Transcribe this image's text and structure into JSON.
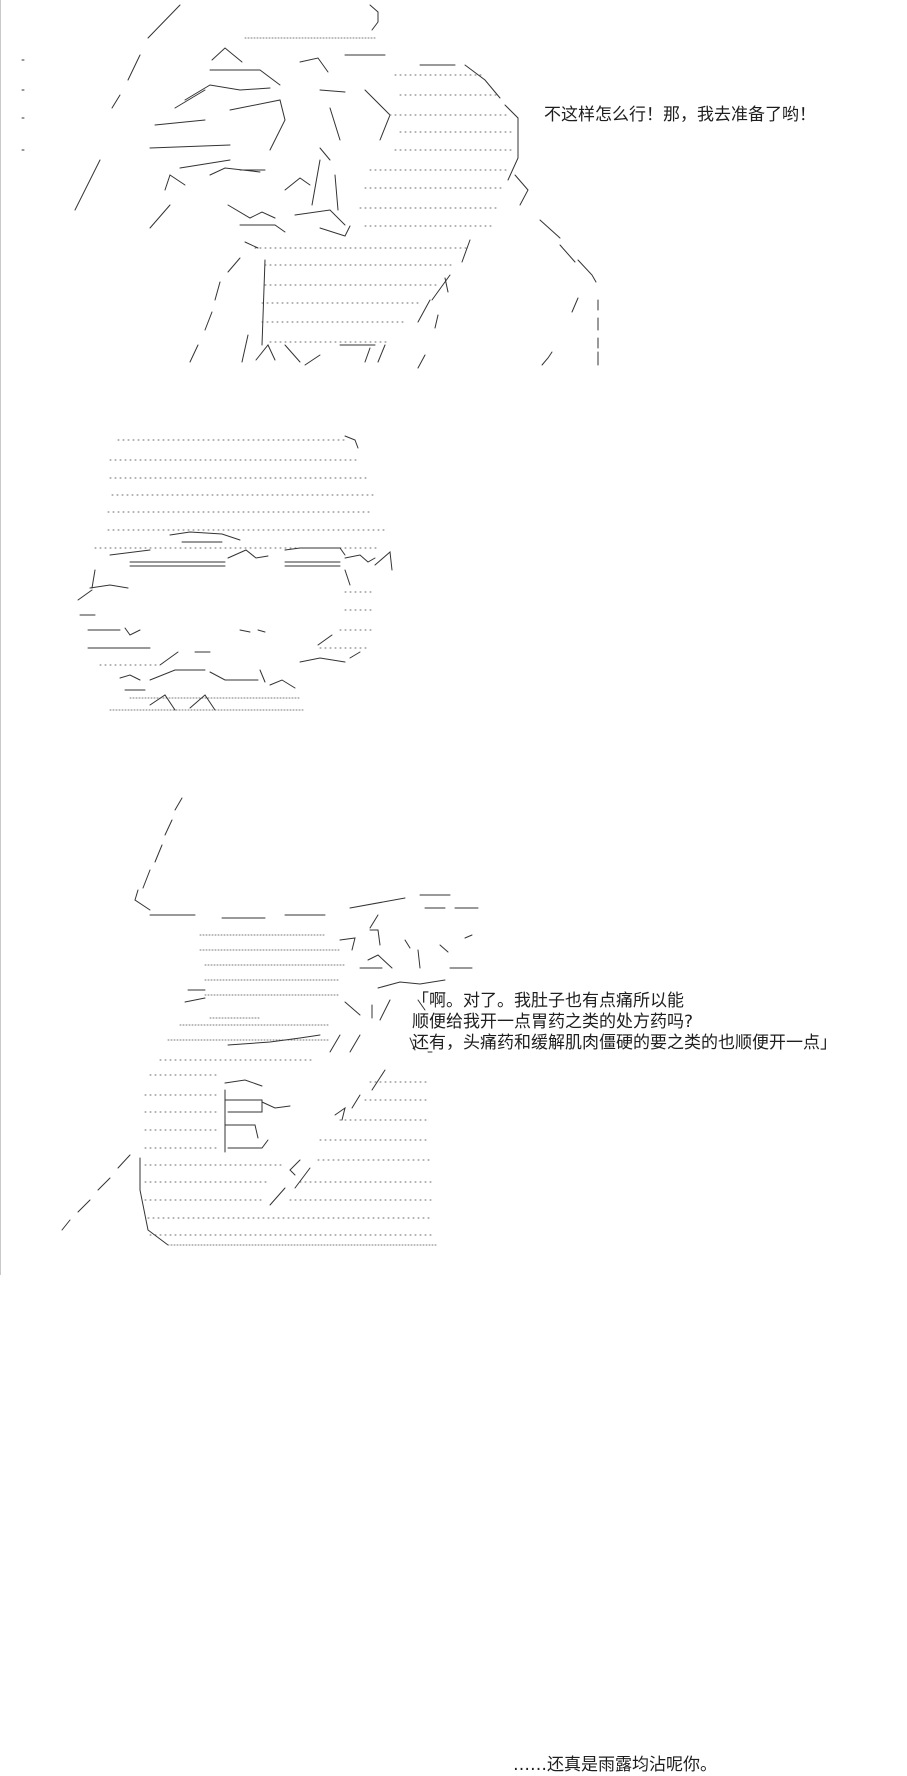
{
  "panels": [
    {
      "id": "panel-1",
      "dialogue": [
        "不这样怎么行！那，我去准备了哟！"
      ]
    },
    {
      "id": "panel-2",
      "dialogue": [
        "「啊。对了。我肚子也有点痛所以能",
        "顺便给我开一点胃药之类的处方药吗?",
        "还有，头痛药和缓解肌肉僵硬的要之类的也顺便开一点」"
      ]
    },
    {
      "id": "panel-3",
      "dialogue": [
        "……还真是雨露均沾呢你。"
      ]
    }
  ]
}
